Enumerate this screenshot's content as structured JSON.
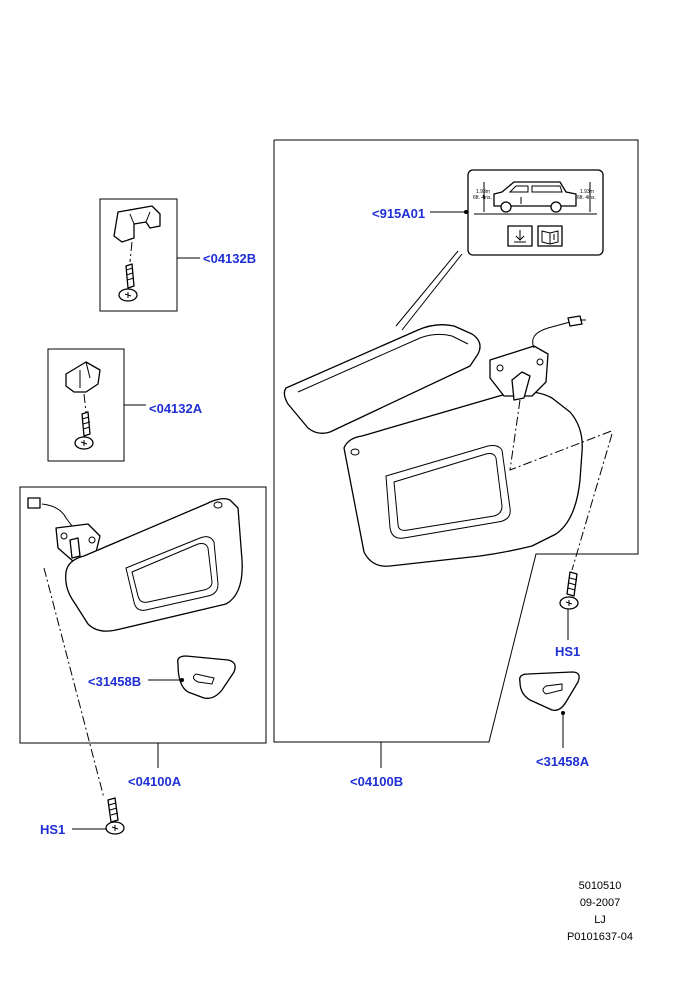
{
  "callouts": {
    "c04132B": "<04132B",
    "c04132A": "<04132A",
    "c915A01": "<915A01",
    "c31458B": "<31458B",
    "c31458A": "<31458A",
    "c04100A": "<04100A",
    "c04100B": "<04100B",
    "hs1_right": "HS1",
    "hs1_left": "HS1"
  },
  "label_card": {
    "height_left": "1.93m",
    "height_left_imperial": "6ft. 4ins.",
    "height_right": "1.93m",
    "height_right_imperial": "6ft. 4ins."
  },
  "footer": {
    "code": "5010510",
    "date": "09-2007",
    "initials": "LJ",
    "ref": "P0101637-04"
  },
  "colors": {
    "callout_text": "#1f2fd6",
    "line_art": "#000000"
  }
}
